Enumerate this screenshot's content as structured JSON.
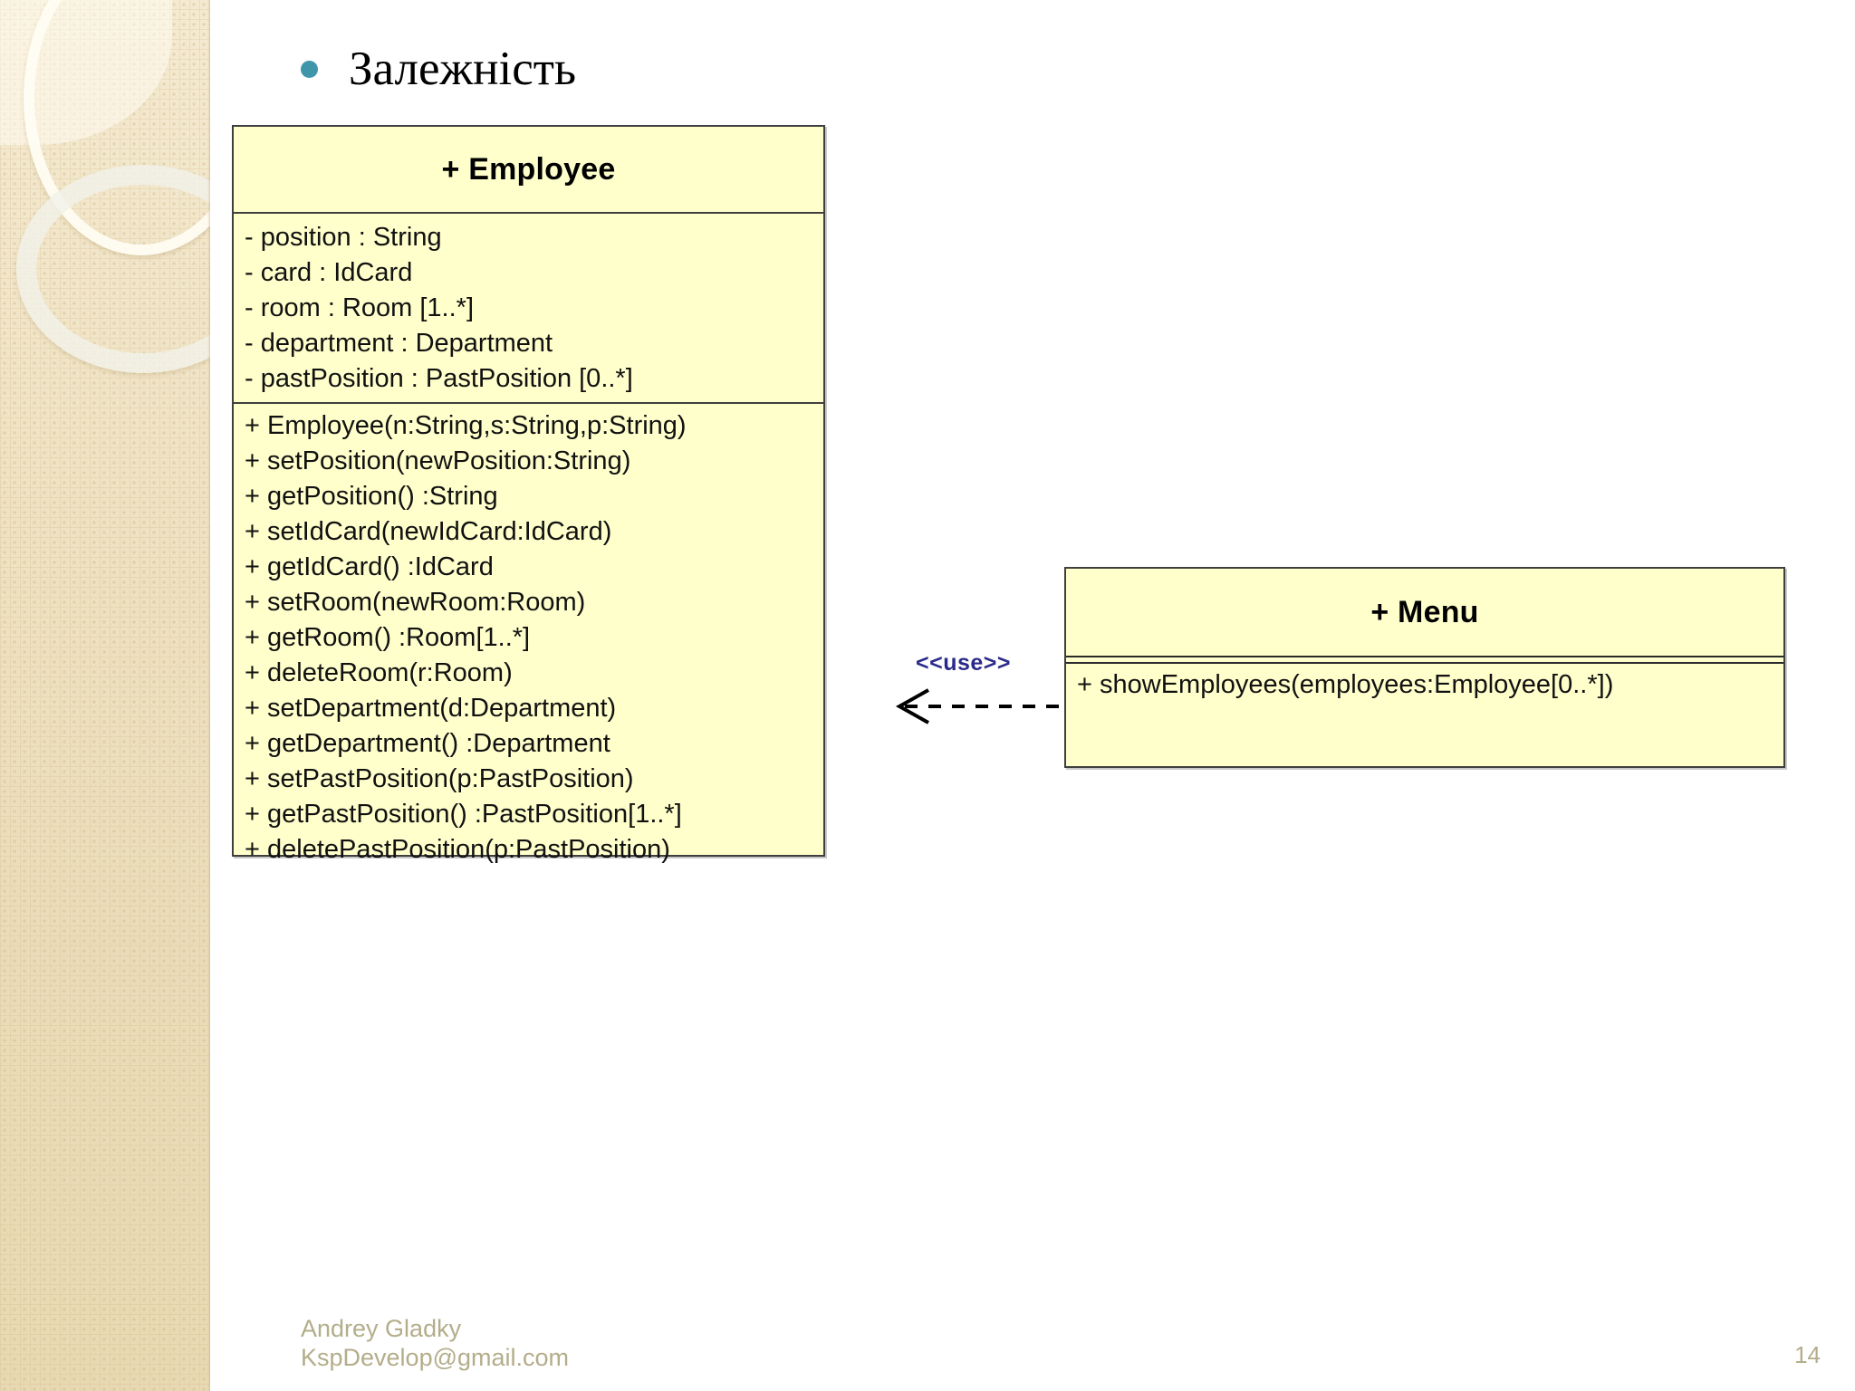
{
  "slide": {
    "title": "Залежність",
    "bullet_color": "#3f96ab",
    "page_number": "14"
  },
  "footer": {
    "author": "Andrey Gladky",
    "email": "KspDevelop@gmail.com",
    "color": "#b3ad8a"
  },
  "diagram": {
    "type": "uml-class-diagram",
    "box_fill": "#ffffcc",
    "box_border": "#3f3f3f",
    "classes": [
      {
        "name": "+ Employee",
        "attributes": [
          "- position : String",
          "- card : IdCard",
          "- room : Room [1..*]",
          "- department : Department",
          "- pastPosition : PastPosition [0..*]"
        ],
        "operations": [
          "+ Employee(n:String,s:String,p:String)",
          "+ setPosition(newPosition:String)",
          "+ getPosition() :String",
          "+ setIdCard(newIdCard:IdCard)",
          "+ getIdCard() :IdCard",
          "+ setRoom(newRoom:Room)",
          "+ getRoom() :Room[1..*]",
          "+ deleteRoom(r:Room)",
          "+ setDepartment(d:Department)",
          "+ getDepartment() :Department",
          "+ setPastPosition(p:PastPosition)",
          "+ getPastPosition() :PastPosition[1..*]",
          "+ deletePastPosition(p:PastPosition)"
        ]
      },
      {
        "name": "+ Menu",
        "attributes": [],
        "operations": [
          "+ showEmployees(employees:Employee[0..*])"
        ]
      }
    ],
    "relationship": {
      "stereotype": "<<use>>",
      "stereotype_color": "#2a2a8c",
      "line_style": "dashed",
      "arrow": "open",
      "source": "+ Menu",
      "target": "+ Employee"
    }
  }
}
